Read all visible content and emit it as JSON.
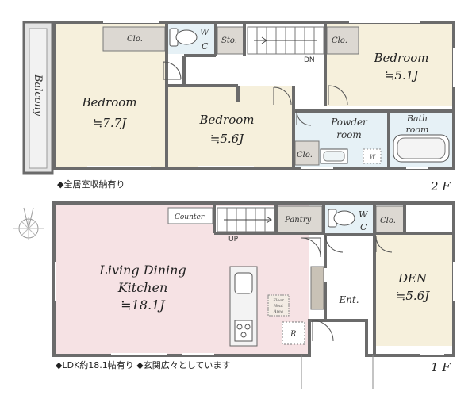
{
  "floor2": {
    "label": "2 F",
    "note": "◆全居室収納有り",
    "balcony": "Balcony",
    "bedroom_left": {
      "name": "Bedroom",
      "size": "≒7.7J"
    },
    "bedroom_mid": {
      "name": "Bedroom",
      "size": "≒5.6J"
    },
    "bedroom_right": {
      "name": "Bedroom",
      "size": "≒5.1J"
    },
    "clo_a": "Clo.",
    "clo_b": "Clo.",
    "clo_c": "Clo.",
    "sto": "Sto.",
    "wc_w": "W",
    "wc_c": "C",
    "dn": "DN",
    "powder_line1": "Powder",
    "powder_line2": "room",
    "bath_line1": "Bath",
    "bath_line2": "room",
    "washer": "W"
  },
  "floor1": {
    "label": "1 F",
    "note": "◆LDK約18.1帖有り ◆玄関広々としています",
    "ldk_line1": "Living Dining",
    "ldk_line2": "Kitchen",
    "ldk_size": "≒18.1J",
    "counter": "Counter",
    "up": "UP",
    "pantry": "Pantry",
    "wc_w": "W",
    "wc_c": "C",
    "clo": "Clo.",
    "den": "DEN",
    "den_size": "≒5.6J",
    "ent": "Ent.",
    "refrigerator": "R",
    "floor_heating_line1": "Floor",
    "floor_heating_line2": "Heat",
    "floor_heating_line3": "Area"
  },
  "colors": {
    "bedroom": "#f6f0dc",
    "ldk": "#f6e2e4",
    "wet": "#e6f1f6",
    "closet": "#dcd8d2",
    "balcony": "#e4e4e4",
    "wall": "#6b6b6b"
  },
  "icons": [
    "compass-icon",
    "toilet-icon",
    "bathtub-icon",
    "sink-icon",
    "stove-icon",
    "stairs-icon"
  ]
}
